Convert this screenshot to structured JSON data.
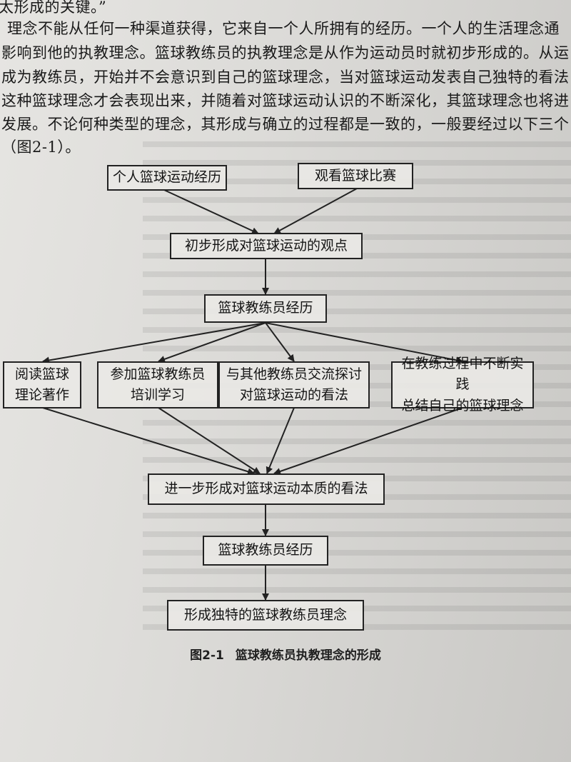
{
  "body_text": {
    "lines": [
      "太形成的关键。”",
      "理念不能从任何一种渠道获得，它来自一个人所拥有的经历。一个人的生活理念通",
      "影响到他的执教理念。篮球教练员的执教理念是从作为运动员时就初步形成的。从运",
      "成为教练员，开始并不会意识到自己的篮球理念，当对篮球运动发表自己独特的看法",
      "这种篮球理念才会表现出来，并随着对篮球运动认识的不断深化，其篮球理念也将进",
      "发展。不论何种类型的理念，其形成与确立的过程都是一致的，一般要经过以下三个",
      "（图2-1）。"
    ]
  },
  "flowchart": {
    "row1": [
      "个人篮球运动经历",
      "观看篮球比赛"
    ],
    "row2": "初步形成对篮球运动的观点",
    "row3": "篮球教练员经历",
    "row4": [
      [
        "阅读篮球",
        "理论著作"
      ],
      [
        "参加篮球教练员",
        "培训学习"
      ],
      [
        "与其他教练员交流探讨",
        "对篮球运动的看法"
      ],
      [
        "在教练过程中不断实践",
        "总结自己的篮球理念"
      ]
    ],
    "row5": "进一步形成对篮球运动本质的看法",
    "row6": "篮球教练员经历",
    "row7": "形成独特的篮球教练员理念"
  },
  "caption": {
    "number": "图2-1",
    "title": "篮球教练员执教理念的形成"
  }
}
